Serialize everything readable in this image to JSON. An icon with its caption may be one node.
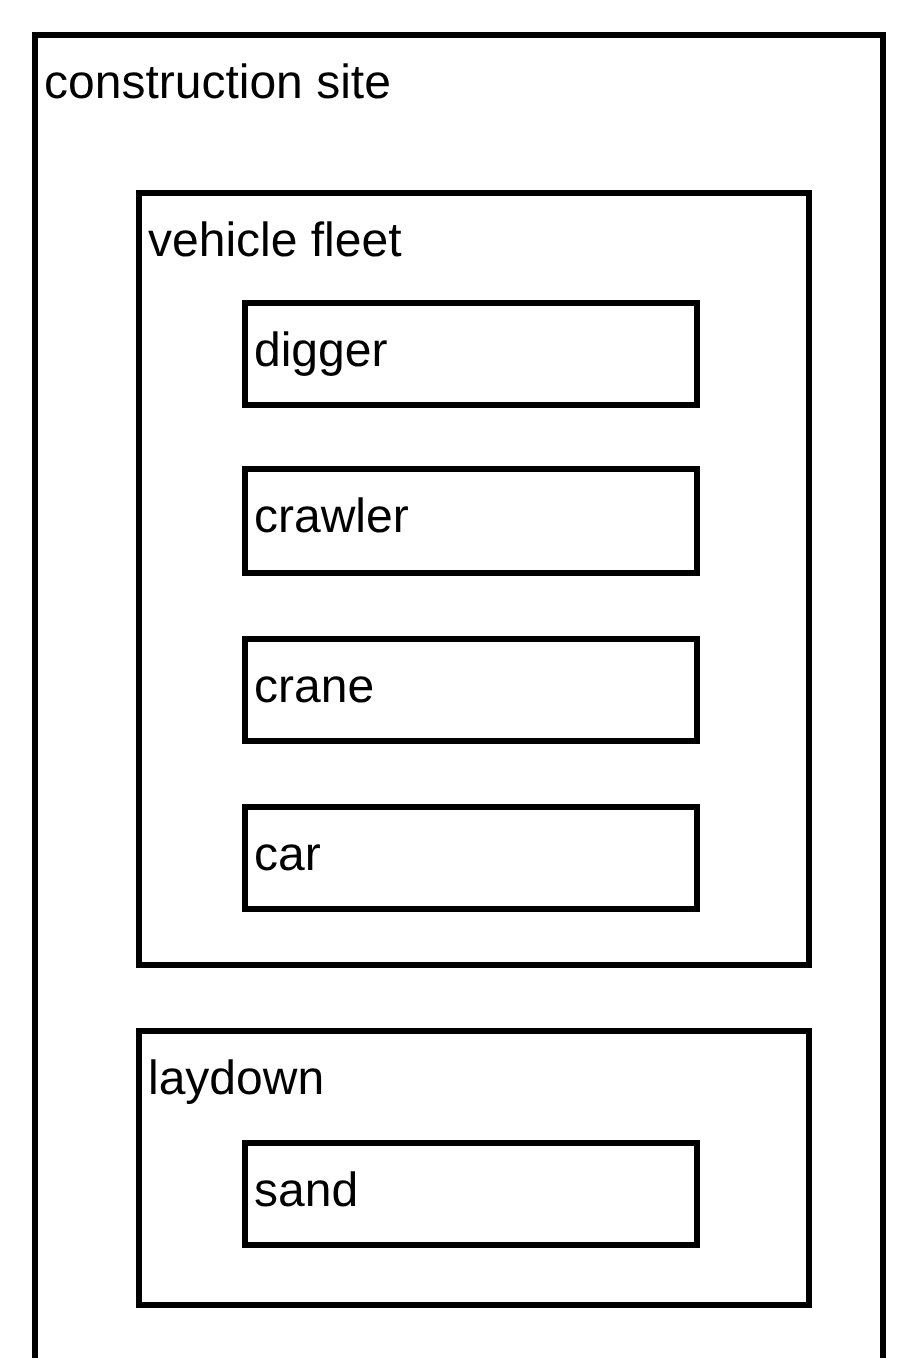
{
  "diagram": {
    "nodes": [
      {
        "text": [
          "construction site"
        ]
      },
      {
        "text": [
          "vehicle fleet"
        ],
        "in": 0
      },
      {
        "text": [
          "digger"
        ],
        "in": 1
      },
      {
        "text": [
          "crawler"
        ],
        "in": 1
      },
      {
        "text": [
          "crane"
        ],
        "in": 1
      },
      {
        "text": [
          "car"
        ],
        "in": 1
      },
      {
        "text": [
          "laydown"
        ],
        "in": 0
      },
      {
        "text": [
          "sand"
        ],
        "in": 6
      }
    ]
  }
}
